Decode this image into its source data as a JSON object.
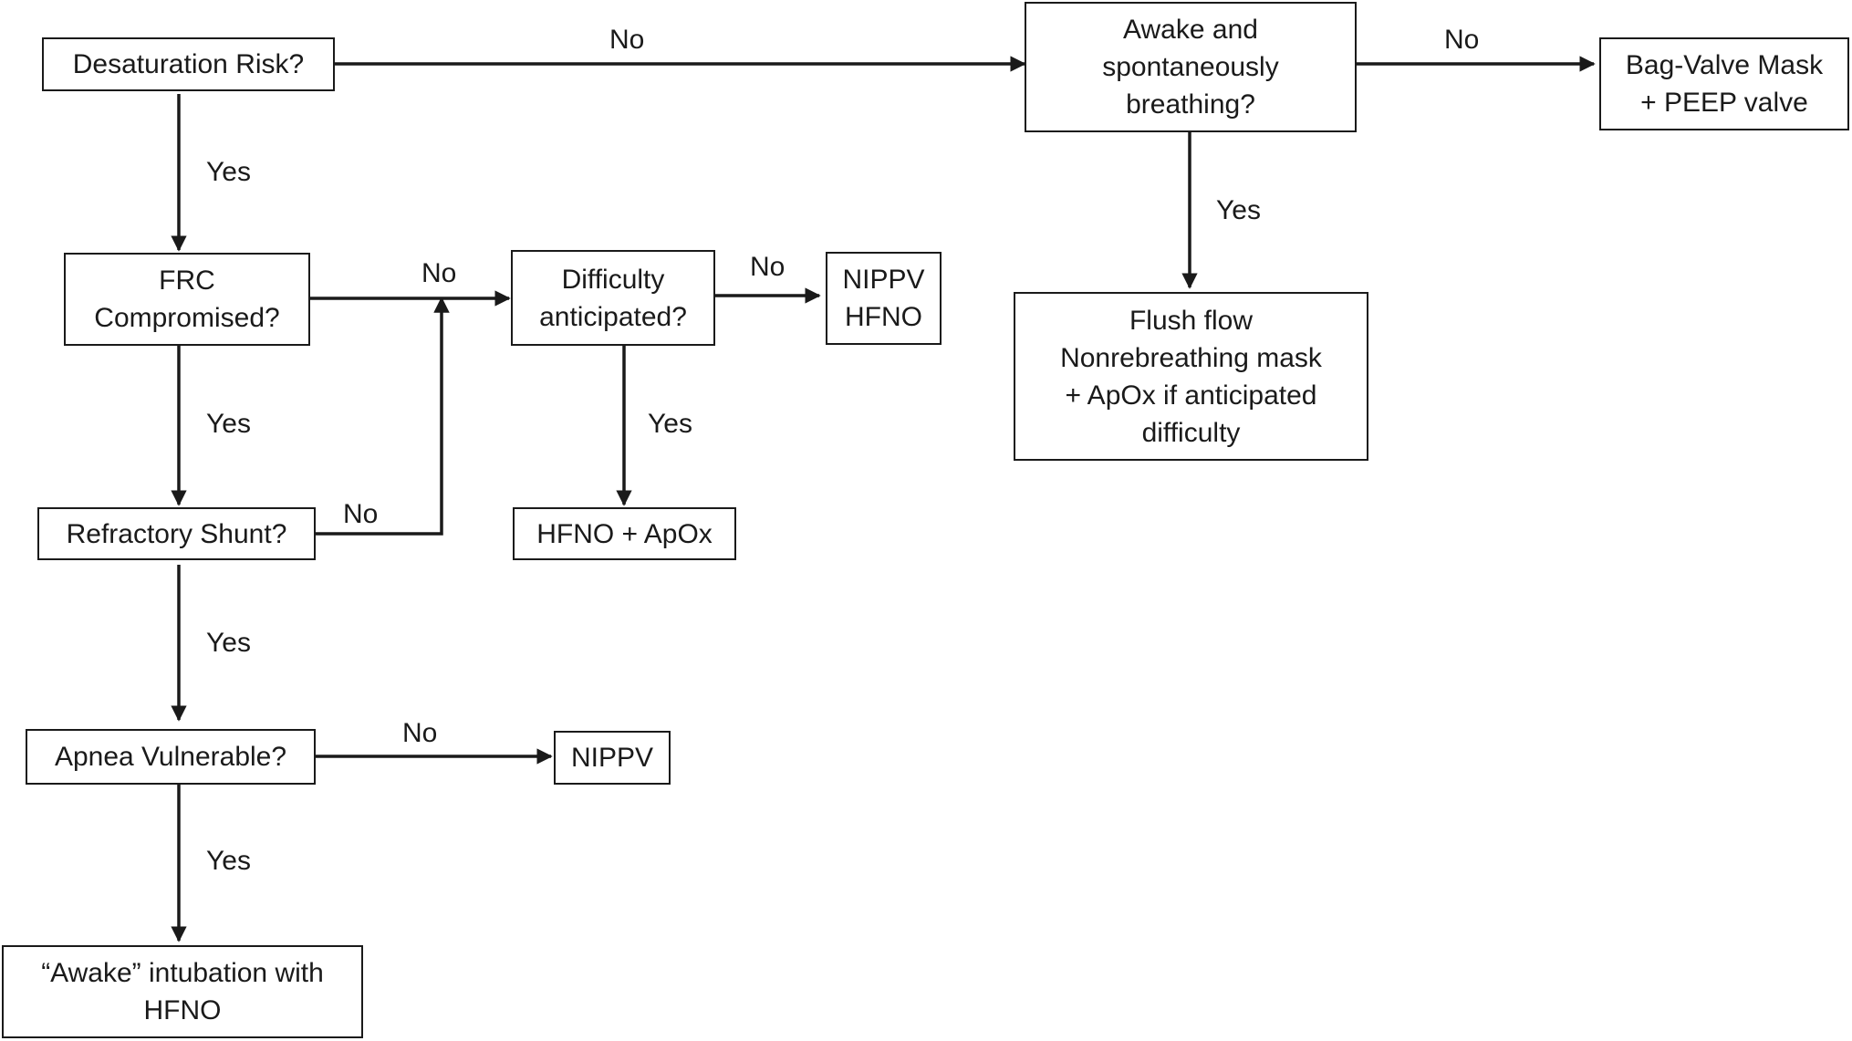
{
  "nodes": {
    "desat": "Desaturation Risk?",
    "frc": "FRC\nCompromised?",
    "refractory": "Refractory Shunt?",
    "apnea": "Apnea Vulnerable?",
    "awake_intubation": "“Awake” intubation with\nHFNO",
    "difficulty": "Difficulty\nanticipated?",
    "nippv_hfno": "NIPPV\nHFNO",
    "hfno_apox": "HFNO + ApOx",
    "nippv": "NIPPV",
    "awake_spont": "Awake and\nspontaneously\nbreathing?",
    "bvm": "Bag-Valve Mask\n+ PEEP valve",
    "flush": "Flush flow\nNonrebreathing mask\n+ ApOx if anticipated\ndifficulty"
  },
  "edge_labels": {
    "desat_yes": "Yes",
    "desat_no": "No",
    "frc_yes": "Yes",
    "frc_no": "No",
    "refractory_yes": "Yes",
    "refractory_no": "No",
    "apnea_yes": "Yes",
    "apnea_no": "No",
    "difficulty_yes": "Yes",
    "difficulty_no": "No",
    "awake_yes": "Yes",
    "awake_no": "No"
  },
  "colors": {
    "line": "#1a1a1a",
    "background": "#ffffff"
  }
}
